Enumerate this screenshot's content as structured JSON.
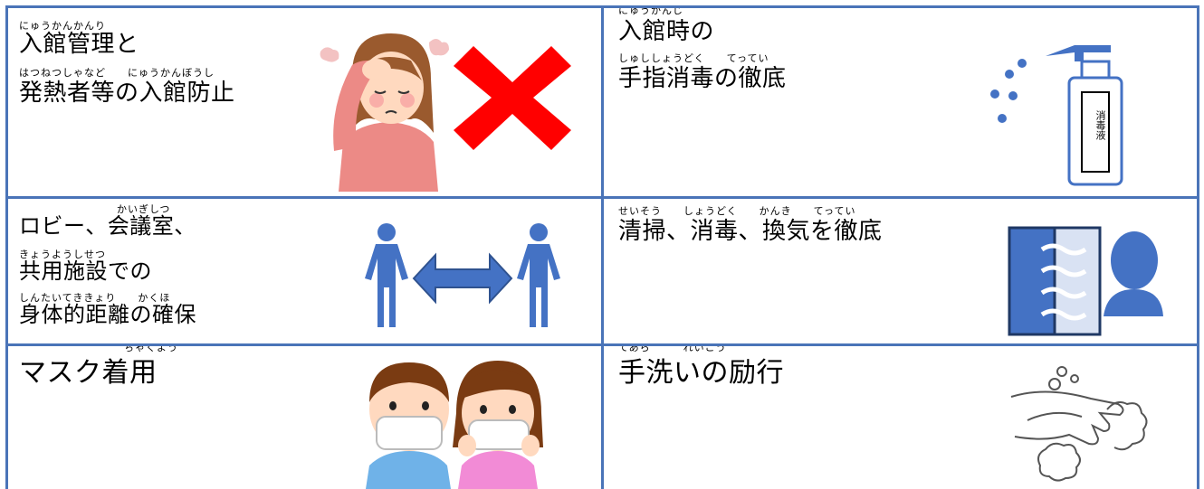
{
  "colors": {
    "border": "#4a74b8",
    "accent_blue": "#4472c4",
    "red_cross": "#ff0000",
    "skin": "#ffd2b3"
  },
  "cells": [
    {
      "id": "entry-control",
      "lines": [
        {
          "ruby": "にゅうかんかんり",
          "text": "入館管理と"
        },
        {
          "ruby": "はつねつしゃなど　　にゅうかんぼうし",
          "text": "発熱者等の入館防止"
        }
      ],
      "icons": [
        "sick-woman-icon",
        "red-cross-icon"
      ]
    },
    {
      "id": "hand-disinfect",
      "lines": [
        {
          "ruby": "にゅうかんじ",
          "text": "入館時の"
        },
        {
          "ruby": "しゅししょうどく　　てってい",
          "text": "手指消毒の徹底"
        }
      ],
      "icons": [
        "disinfectant-bottle-icon"
      ],
      "bottle_label": "消毒液"
    },
    {
      "id": "social-distance",
      "lines": [
        {
          "ruby": "かいぎしつ",
          "text": "ロビー、会議室、"
        },
        {
          "ruby": "きょうようしせつ",
          "text": "共用施設での"
        },
        {
          "ruby": "しんたいてききょり　　かくほ",
          "text": "身体的距離の確保"
        }
      ],
      "icons": [
        "two-people-distance-icon"
      ]
    },
    {
      "id": "clean-ventilate",
      "lines": [
        {
          "ruby": "せいそう　　しょうどく　　かんき　　てってい",
          "text": "清掃、消毒、換気を徹底"
        }
      ],
      "icons": [
        "window-ventilation-icon"
      ]
    },
    {
      "id": "mask",
      "lines": [
        {
          "ruby": "ちゃくよう",
          "text": "マスク着用"
        }
      ],
      "icons": [
        "masked-children-icon"
      ]
    },
    {
      "id": "handwash",
      "lines": [
        {
          "ruby": "てあら　　　れいこう",
          "text": "手洗いの励行"
        }
      ],
      "icons": [
        "handwash-icon"
      ]
    }
  ]
}
